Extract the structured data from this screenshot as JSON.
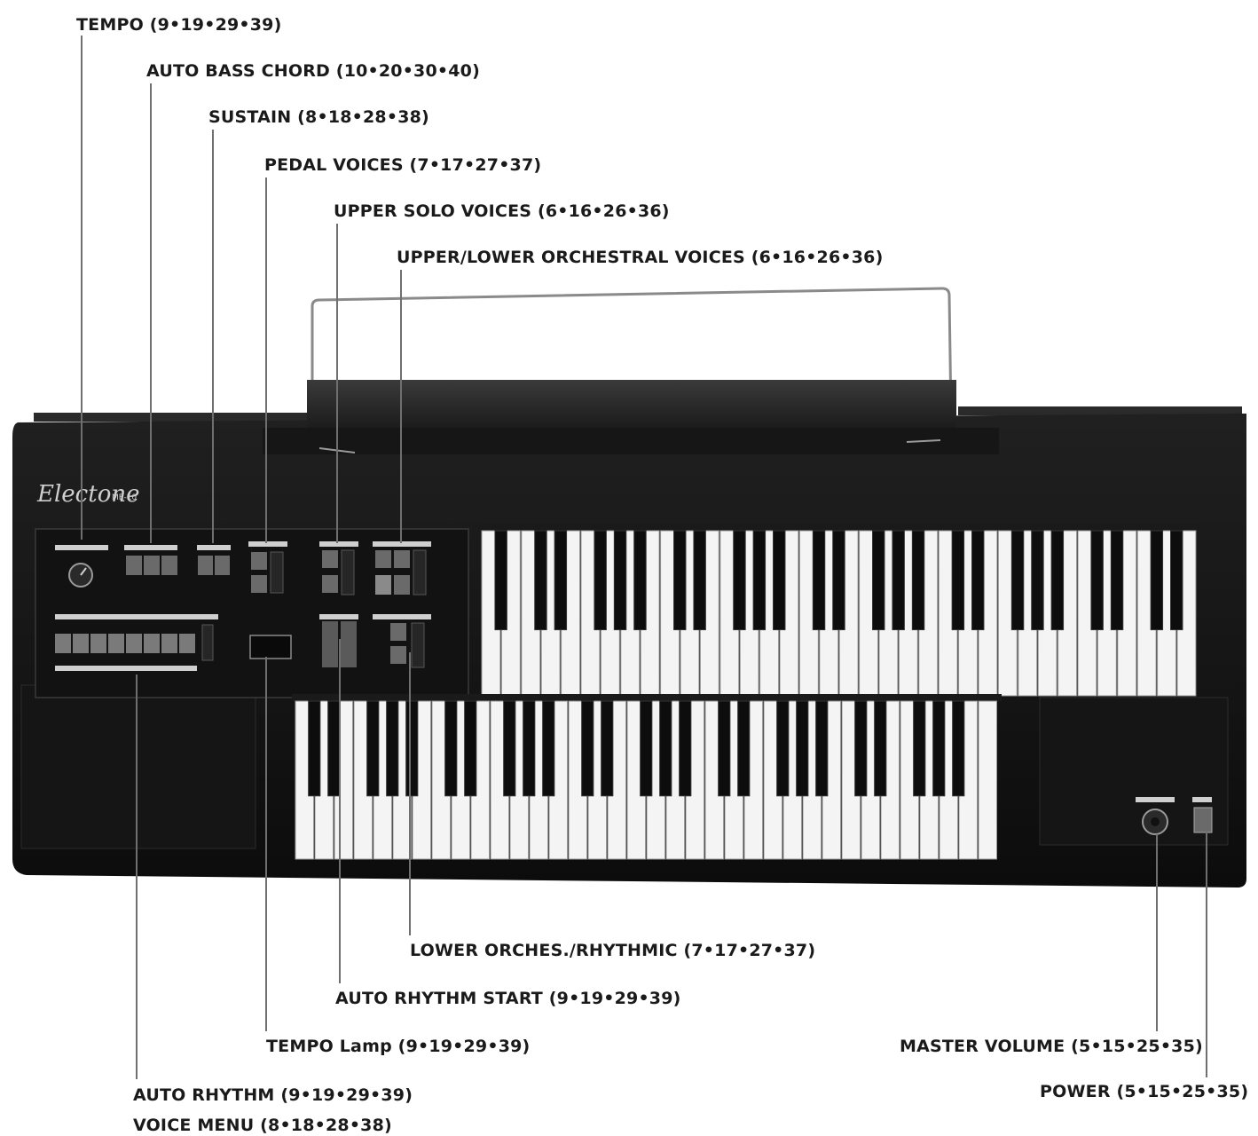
{
  "brand": {
    "logo": "Electone",
    "model": "ME-10"
  },
  "callouts": {
    "tempo": "TEMPO (9•19•29•39)",
    "auto_bass_chord": "AUTO BASS CHORD (10•20•30•40)",
    "sustain": "SUSTAIN (8•18•28•38)",
    "pedal_voices": "PEDAL VOICES (7•17•27•37)",
    "upper_solo_voices": "UPPER SOLO VOICES (6•16•26•36)",
    "upper_lower_orchestral_voices": "UPPER/LOWER ORCHESTRAL VOICES (6•16•26•36)",
    "lower_orches_rhythmic": "LOWER ORCHES./RHYTHMIC (7•17•27•37)",
    "auto_rhythm_start": "AUTO RHYTHM START (9•19•29•39)",
    "tempo_lamp": "TEMPO Lamp (9•19•29•39)",
    "master_volume": "MASTER VOLUME (5•15•25•35)",
    "auto_rhythm": "AUTO RHYTHM (9•19•29•39)",
    "power": "POWER (5•15•25•35)",
    "voice_menu": "VOICE MENU (8•18•28•38)"
  }
}
